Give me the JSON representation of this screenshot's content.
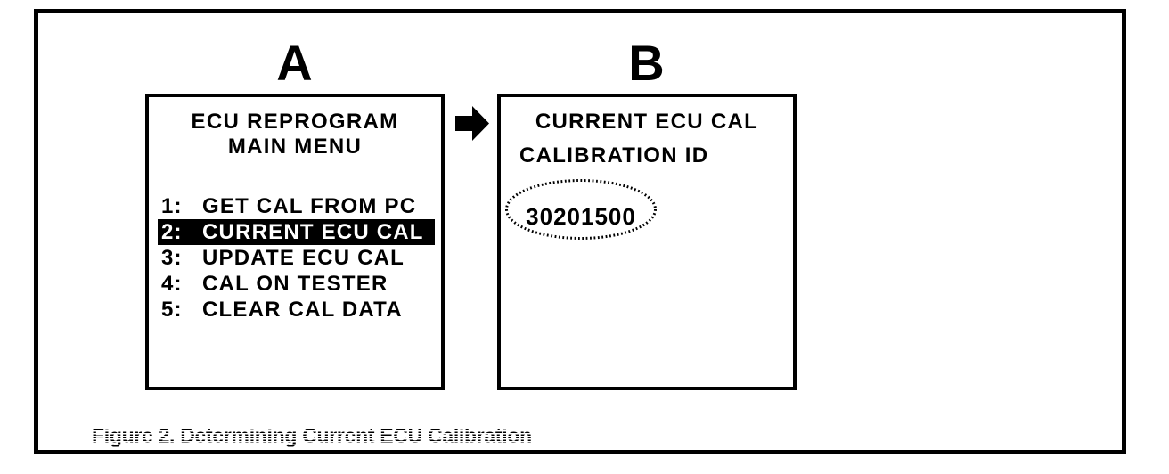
{
  "figure": {
    "caption": "Figure 2. Determining Current ECU Calibration",
    "colors": {
      "ink": "#000000",
      "paper": "#ffffff",
      "highlight_bg": "#000000",
      "highlight_fg": "#ffffff"
    },
    "arrow_icon": "solid-right-arrow",
    "panel_a": {
      "label": "A",
      "screen_title_line1": "ECU REPROGRAM",
      "screen_title_line2": "MAIN MENU",
      "menu": [
        {
          "num": "1:",
          "label": "GET CAL FROM PC"
        },
        {
          "num": "2:",
          "label": "CURRENT ECU CAL"
        },
        {
          "num": "3:",
          "label": "UPDATE ECU CAL"
        },
        {
          "num": "4:",
          "label": "CAL ON TESTER"
        },
        {
          "num": "5:",
          "label": "CLEAR CAL DATA"
        }
      ],
      "selected_index": 1
    },
    "panel_b": {
      "label": "B",
      "screen_title": "CURRENT ECU CAL",
      "field_label": "CALIBRATION ID",
      "calibration_id": "30201500"
    }
  }
}
